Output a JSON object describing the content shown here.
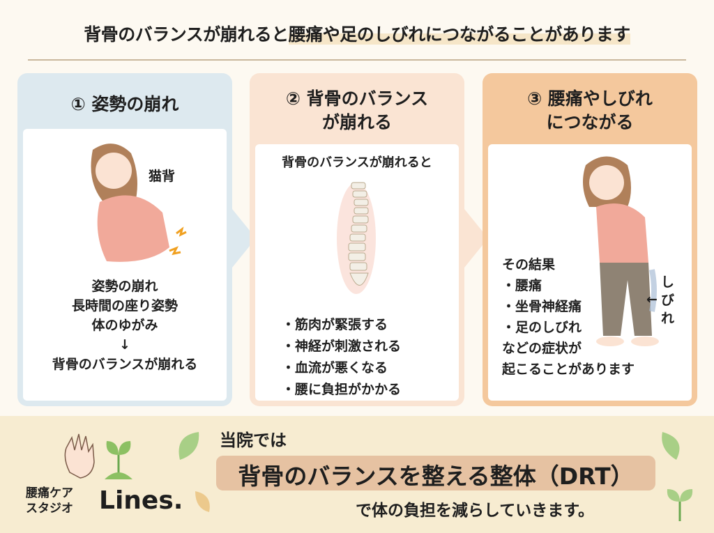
{
  "title": {
    "part1": "背骨のバランスが崩れると",
    "part2": "腰痛や足のしびれにつながることがあります"
  },
  "steps": [
    {
      "heading": "① 姿勢の崩れ",
      "label": "猫背",
      "lines": [
        "姿勢の崩れ",
        "長時間の座り姿勢",
        "体のゆがみ",
        "↓",
        "背骨のバランスが崩れる"
      ],
      "color": "#dde9ef"
    },
    {
      "heading_line1": "② 背骨のバランス",
      "heading_line2": "が崩れる",
      "intro": "背骨のバランスが崩れると",
      "bullets": [
        "・筋肉が緊張する",
        "・神経が刺激される",
        "・血流が悪くなる",
        "・腰に負担がかかる"
      ],
      "color": "#fae4d3"
    },
    {
      "heading_line1": "③ 腰痛やしびれ",
      "heading_line2": "につながる",
      "result": "その結果",
      "bullets": [
        "・腰痛",
        "・坐骨神経痛",
        "・足のしびれ"
      ],
      "outro1": "などの症状が",
      "outro2": "起こることがあります",
      "numb_label": "しびれ",
      "color": "#f4c89d"
    }
  ],
  "banner": {
    "logo_small1": "腰痛ケア",
    "logo_small2": "スタジオ",
    "logo_main": "Lines.",
    "line1": "当院では",
    "highlight": "背骨のバランスを整える整体（DRT）",
    "line3": "で体の負担を減らしていきます。"
  }
}
